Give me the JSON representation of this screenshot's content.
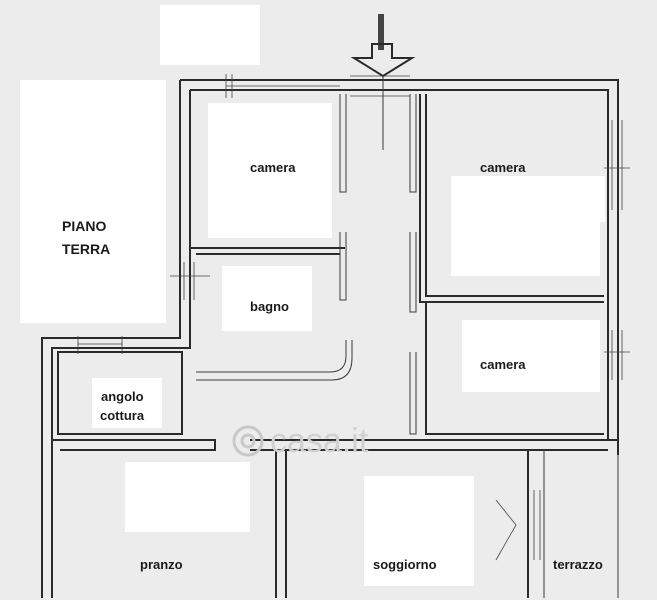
{
  "floorplan": {
    "rooms": {
      "camera_top_left": "camera",
      "camera_top_right": "camera",
      "camera_mid_right": "camera",
      "bagno": "bagno",
      "angolo_cottura_line1": "angolo",
      "angolo_cottura_line2": "cottura",
      "pranzo": "pranzo",
      "soggiorno": "soggiorno",
      "terrazzo": "terrazzo"
    },
    "floor_label": {
      "line1": "PIANO",
      "line2": "TERRA"
    },
    "watermark": "casa.it",
    "colors": {
      "background": "#ececec",
      "wall": "#2a2a2a",
      "paper_patch": "#ffffff",
      "watermark": "#d0d0d0"
    },
    "icons": [
      "entrance-arrow-icon",
      "watermark-logo-icon"
    ]
  }
}
